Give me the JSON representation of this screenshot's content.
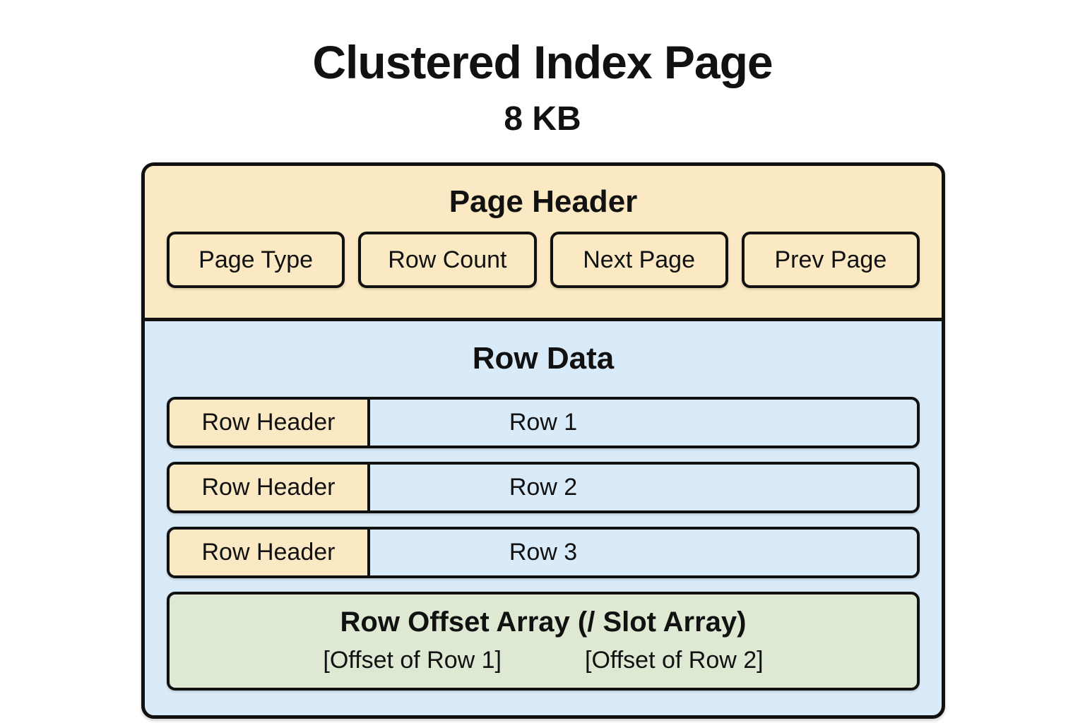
{
  "title": "Clustered Index Page",
  "subtitle": "8 KB",
  "page_header": {
    "title": "Page Header",
    "fields": [
      "Page Type",
      "Row Count",
      "Next Page",
      "Prev Page"
    ]
  },
  "row_data": {
    "title": "Row Data",
    "rows": [
      {
        "header": "Row Header",
        "label": "Row 1"
      },
      {
        "header": "Row Header",
        "label": "Row 2"
      },
      {
        "header": "Row Header",
        "label": "Row 3"
      }
    ]
  },
  "slot_array": {
    "title": "Row Offset Array (/ Slot Array)",
    "offsets": [
      "[Offset of Row 1]",
      "[Offset of Row 2]"
    ]
  },
  "colors": {
    "header_fill": "#FAE9C2",
    "row_data_fill": "#D9EAF8",
    "slot_fill": "#DDE9D2",
    "border": "#111111"
  }
}
